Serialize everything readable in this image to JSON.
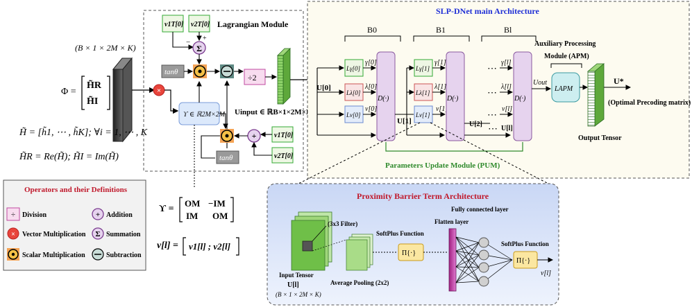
{
  "input": {
    "dims_label": "(B × 1 × 2M × K)",
    "phi_lhs": "Φ =",
    "phi_row1": "H̃R",
    "phi_row2": "H̃I",
    "H_def": "H̃ = [h̃1, ⋯ , h̃K]; ∀i = 1, ⋯ , K",
    "HR_HI_def": "H̃R = Re(H̃);  H̃I = Im(H̃)"
  },
  "lagrangian": {
    "title": "Lagrangian Module",
    "v1T": "v1T[0]",
    "v2T": "v2T[0]",
    "minus_sign": "−",
    "plus_sign": "+",
    "tan": "tanθ",
    "divide2": "÷2",
    "upsilon_box": "ϒ ∈ ℝ2M×2M",
    "u_input": "Uinput ∈ ℝB×1×2M×K",
    "v1T_b": "v1T[0]",
    "v2T_b": "v2T[0]",
    "tan_b": "tanθ"
  },
  "legend": {
    "title": "Operators and their Definitions",
    "items": [
      {
        "label": "Division",
        "symbol": "÷"
      },
      {
        "label": "Addition",
        "symbol": "+"
      },
      {
        "label": "Vector Multiplication",
        "symbol": "×"
      },
      {
        "label": "Summation",
        "symbol": "Σ"
      },
      {
        "label": "Scalar Multiplication",
        "symbol": "⊙"
      },
      {
        "label": "Subtraction",
        "symbol": "−"
      }
    ]
  },
  "upsilon_matrix": {
    "lhs": "ϒ =",
    "r1c1": "OM",
    "r1c2": "−IM",
    "r2c1": "IM",
    "r2c2": "OM"
  },
  "v_def": {
    "lhs": "v[l] =",
    "content": "v1[l] ; v2[l]"
  },
  "main": {
    "title": "SLP-DNet main Architecture",
    "blocks": [
      "B0",
      "B1",
      "Bl"
    ],
    "U0": "U[0]",
    "U1": "U[1]",
    "U2": "U[2]",
    "Ul": "U[l]",
    "Uout": "Uout",
    "Ustar": "U*",
    "optimal": "(Optimal Precoding matrix)",
    "output_tensor": "Output Tensor",
    "apm_title_1": "Auxiliary Processing",
    "apm_title_2": "Module (APM)",
    "apm_box": "LAPM",
    "pum": "Parameters Update Module (PUM)",
    "D": "D(·)",
    "gamma0": "γ[0]",
    "lambda0": "λ[0]",
    "v0": "v[0]",
    "gamma1": "γ[1]",
    "lambda1": "λ[1]",
    "v1": "v[1]",
    "gammal": "γ[l]",
    "lambdal": "λ[l]",
    "vl": "v[l]",
    "Lg0": "Lγ[0]",
    "Ll0": "Lλ[0]",
    "Lv0": "Lv[0]",
    "Lg1": "Lγ[1]",
    "Ll1": "Lλ[1]",
    "Lv1": "Lv[1]",
    "dots": "⋯"
  },
  "pbt": {
    "title": "Proximity Barrier Term Architecture",
    "filter": "(3x3 Filter)",
    "flatten": "Flatten layer",
    "fc": "Fully connected layer",
    "softplus1": "SoftPlus Function",
    "softplus2": "SoftPlus Function",
    "pi": "Π{·}",
    "input_tensor": "Input Tensor",
    "input_U": "U[l]",
    "input_dims": "(B × 1 × 2M × K)",
    "avgpool": "Average Pooling (2x2)",
    "out": "v[l]"
  },
  "colors": {
    "legend_title": "#c0182b",
    "main_title": "#1f2fd6",
    "pbt_title": "#c0182b",
    "pum": "#2f8a2c",
    "dpurple": "#e6d3ee",
    "green_tensor": "#7dc55a"
  }
}
